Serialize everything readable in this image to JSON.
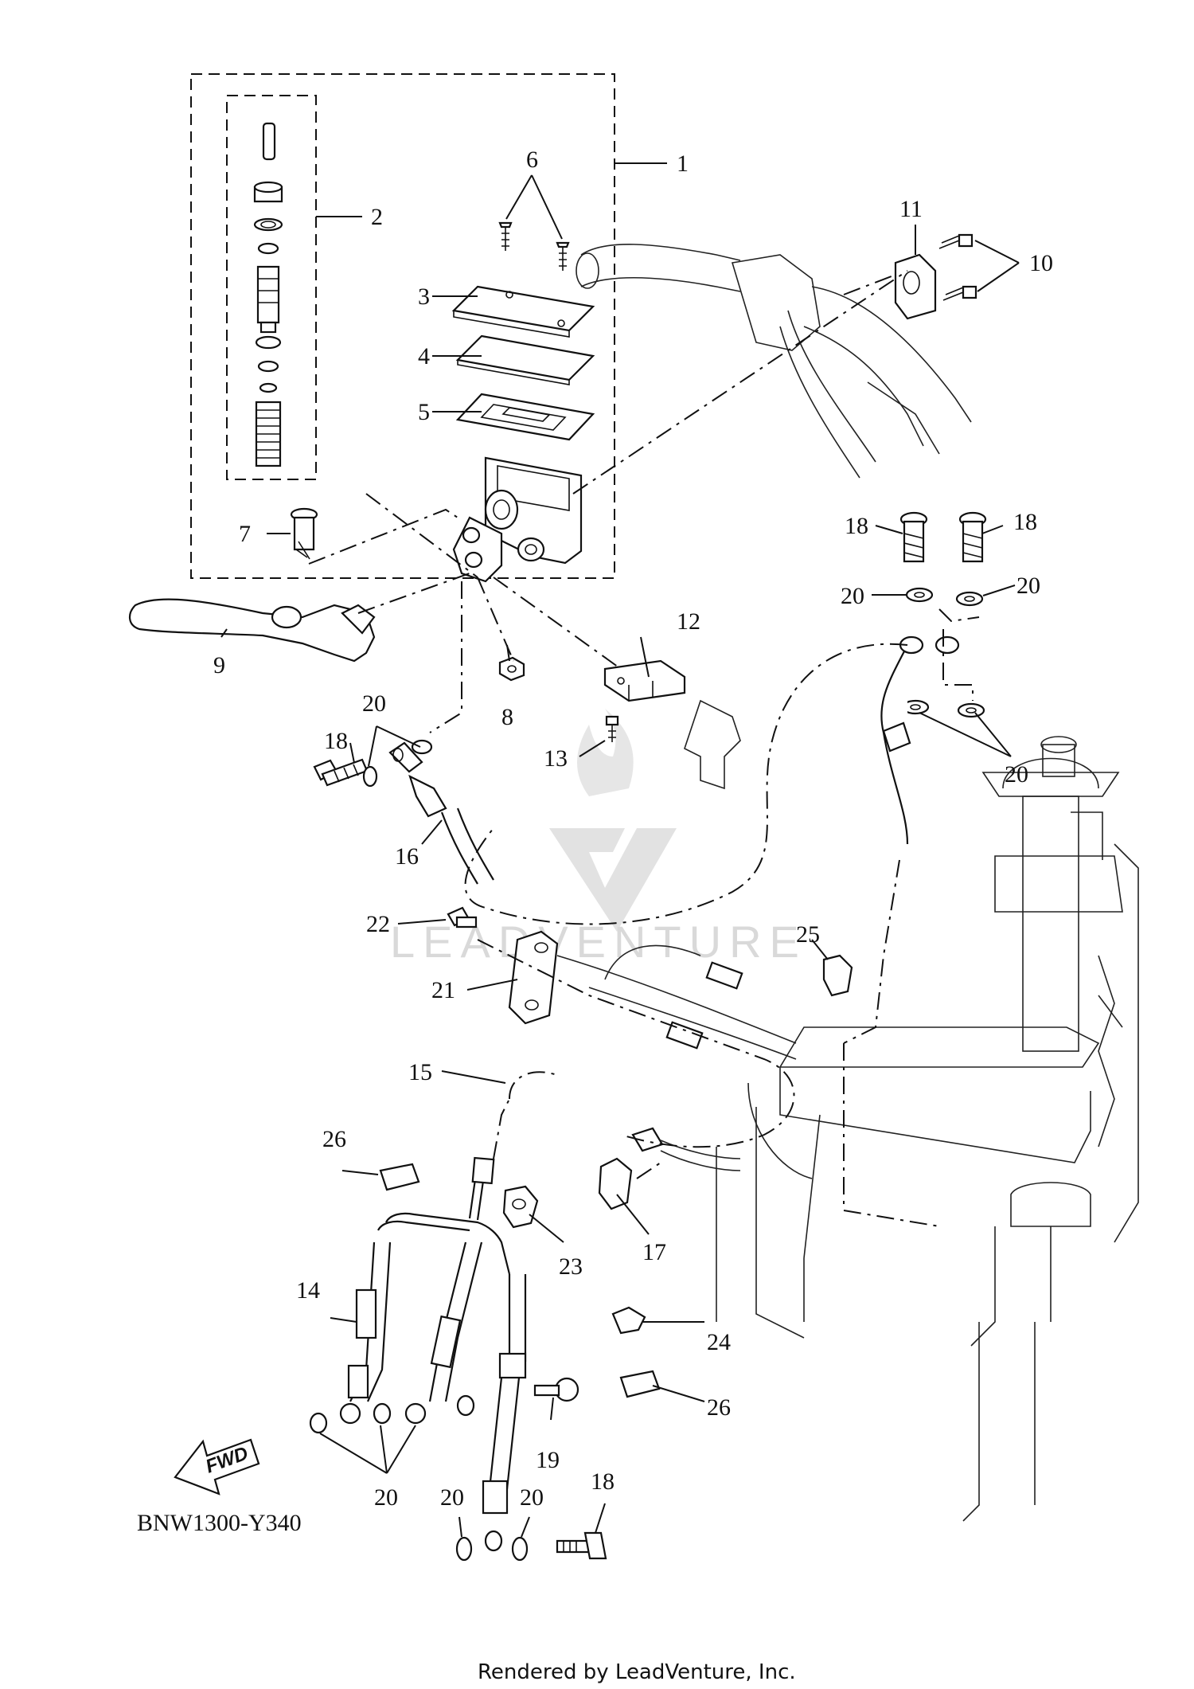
{
  "diagram": {
    "code": "BNW1300-Y340",
    "footer": "Rendered by LeadVenture, Inc.",
    "watermark": "LEADVENTURE",
    "fwd_badge": "FWD",
    "callouts": [
      {
        "id": "c1",
        "label": "1"
      },
      {
        "id": "c2",
        "label": "2"
      },
      {
        "id": "c3",
        "label": "3"
      },
      {
        "id": "c4",
        "label": "4"
      },
      {
        "id": "c5",
        "label": "5"
      },
      {
        "id": "c6",
        "label": "6"
      },
      {
        "id": "c7",
        "label": "7"
      },
      {
        "id": "c8",
        "label": "8"
      },
      {
        "id": "c9",
        "label": "9"
      },
      {
        "id": "c10",
        "label": "10"
      },
      {
        "id": "c11",
        "label": "11"
      },
      {
        "id": "c12",
        "label": "12"
      },
      {
        "id": "c13",
        "label": "13"
      },
      {
        "id": "c14",
        "label": "14"
      },
      {
        "id": "c15",
        "label": "15"
      },
      {
        "id": "c16",
        "label": "16"
      },
      {
        "id": "c17",
        "label": "17"
      },
      {
        "id": "c18a",
        "label": "18"
      },
      {
        "id": "c18b",
        "label": "18"
      },
      {
        "id": "c18c",
        "label": "18"
      },
      {
        "id": "c18d",
        "label": "18"
      },
      {
        "id": "c19",
        "label": "19"
      },
      {
        "id": "c20a",
        "label": "20"
      },
      {
        "id": "c20b",
        "label": "20"
      },
      {
        "id": "c20c",
        "label": "20"
      },
      {
        "id": "c20d",
        "label": "20"
      },
      {
        "id": "c20e",
        "label": "20"
      },
      {
        "id": "c20f",
        "label": "20"
      },
      {
        "id": "c20g",
        "label": "20"
      },
      {
        "id": "c21",
        "label": "21"
      },
      {
        "id": "c22",
        "label": "22"
      },
      {
        "id": "c23",
        "label": "23"
      },
      {
        "id": "c24",
        "label": "24"
      },
      {
        "id": "c25",
        "label": "25"
      },
      {
        "id": "c26a",
        "label": "26"
      },
      {
        "id": "c26b",
        "label": "26"
      }
    ]
  }
}
